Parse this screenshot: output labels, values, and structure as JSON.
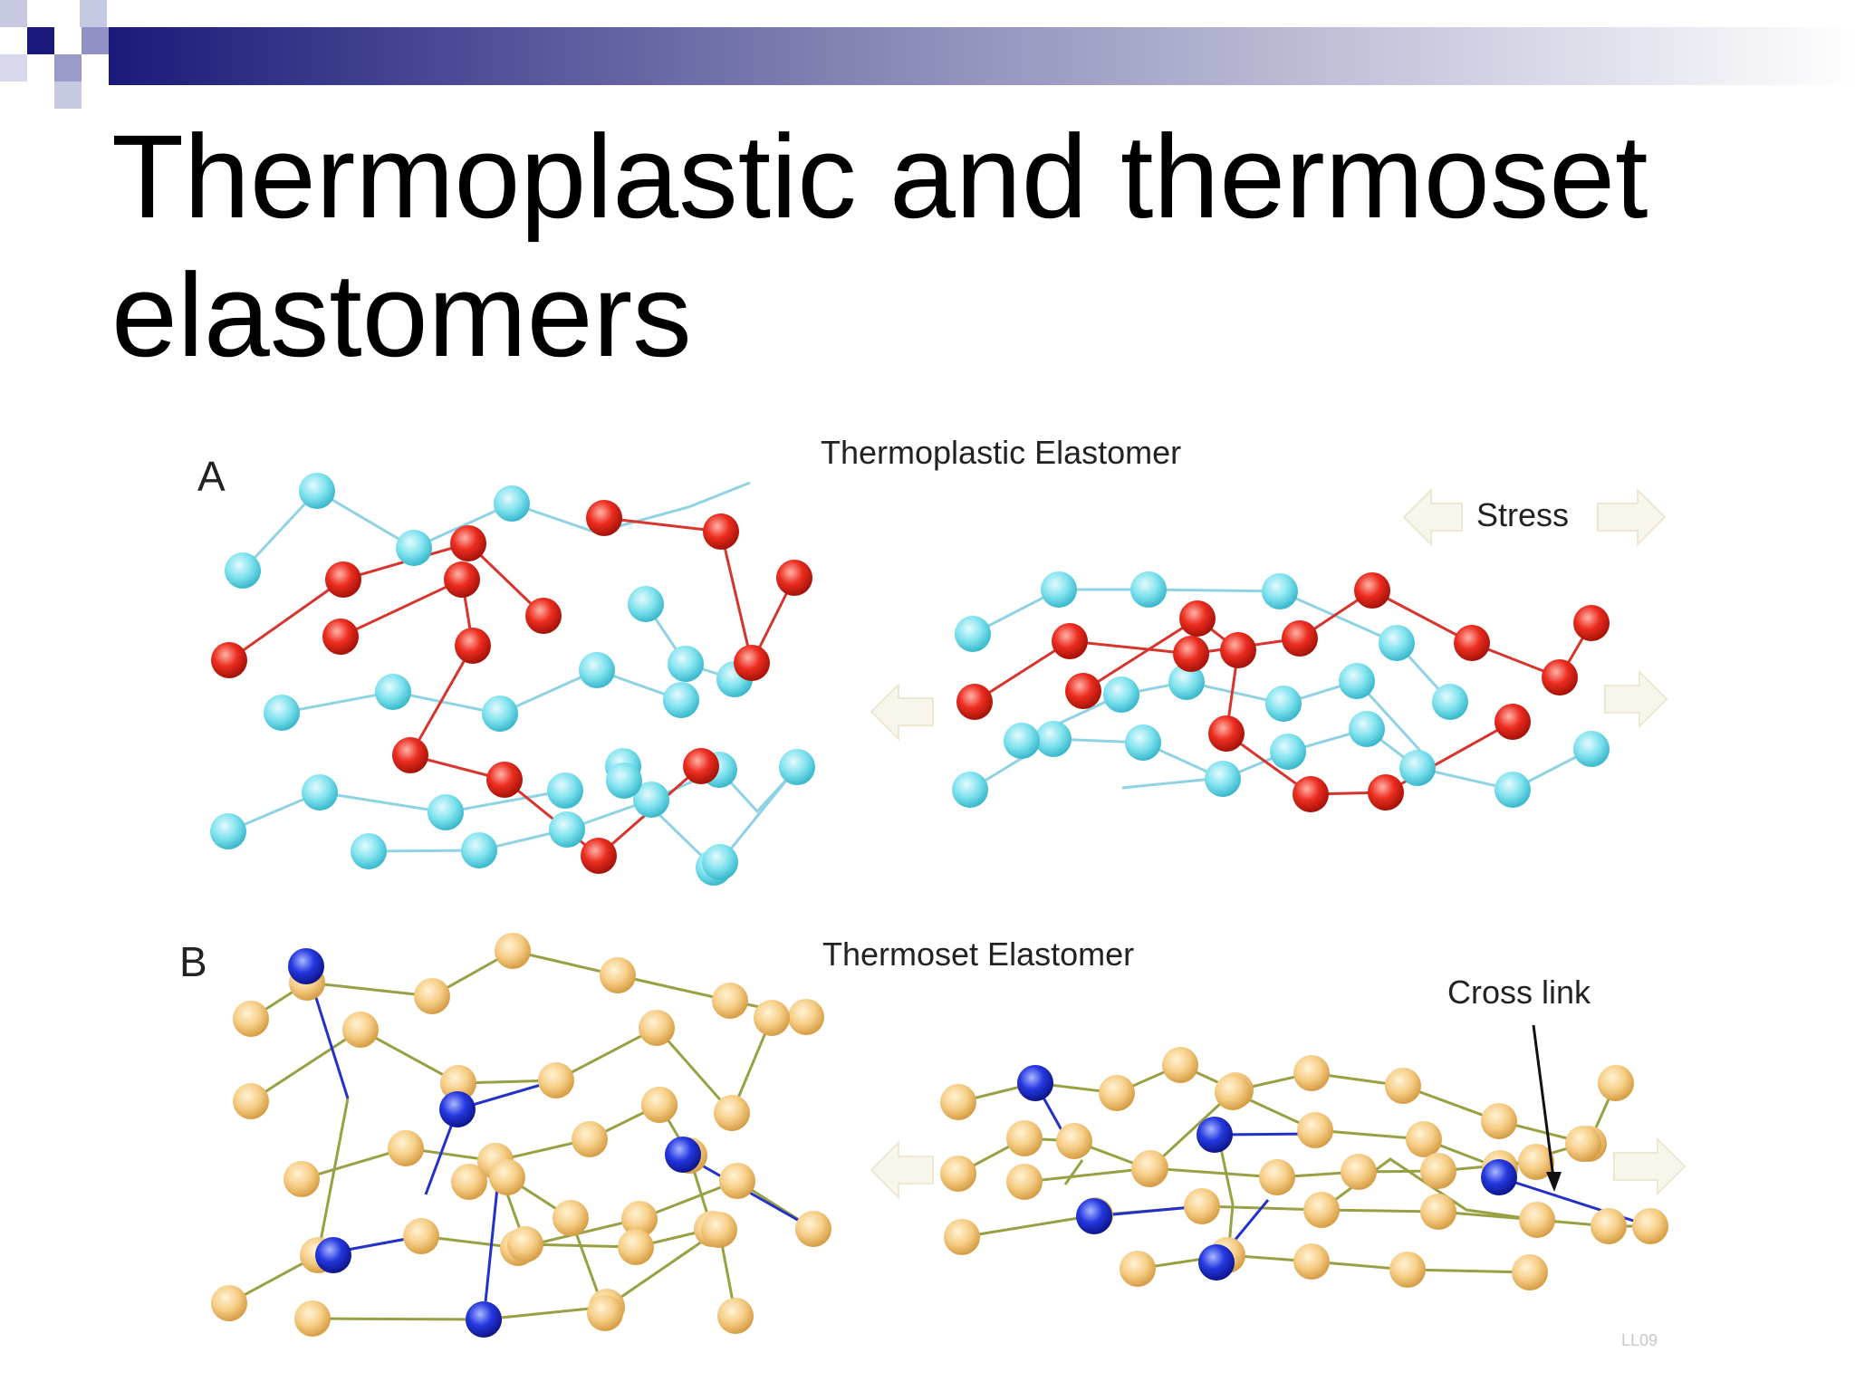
{
  "slide": {
    "title_line1": "Thermoplastic and thermoset",
    "title_line2": "elastomers"
  },
  "figure": {
    "panel_a": {
      "letter": "A",
      "title": "Thermoplastic Elastomer",
      "stress_label": "Stress"
    },
    "panel_b": {
      "letter": "B",
      "title": "Thermoset Elastomer",
      "crosslink_label": "Cross link"
    },
    "credit": "LL09"
  },
  "colors": {
    "banner_dark": "#1a1a7a",
    "soft_segment": "#8fd2e3",
    "hard_segment": "#d6342c",
    "thermoset_chain": "#f2c97e",
    "crosslink": "#2a3bdc"
  }
}
